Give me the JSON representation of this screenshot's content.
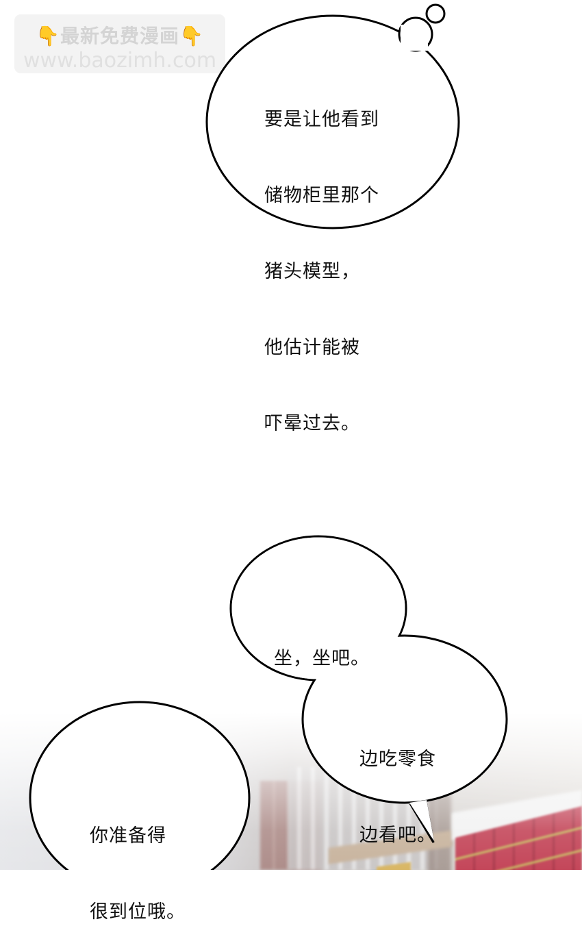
{
  "watermark": {
    "icon_left": "pointing-down-hand-icon",
    "title": "最新免费漫画",
    "icon_right": "pointing-down-hand-icon",
    "url": "www.baozimh.com"
  },
  "bubbles": [
    {
      "type": "thought",
      "lines": [
        "要是让他看到",
        "储物柜里那个",
        "猪头模型，",
        "他估计能被",
        "吓晕过去。"
      ]
    },
    {
      "type": "speech",
      "lines": [
        "坐，坐吧。"
      ]
    },
    {
      "type": "speech",
      "lines": [
        "边吃零食",
        "边看吧。"
      ]
    },
    {
      "type": "speech",
      "lines": [
        "你准备得",
        "很到位哦。"
      ]
    }
  ],
  "colors": {
    "outline": "#000000",
    "bubble_fill": "#ffffff",
    "watermark_bg": "#f3f3f3",
    "watermark_text": "#d4d4d4",
    "hand_emoji": "#f5b51c",
    "books_red": "#c4475a",
    "box_blue": "#3b7ec4",
    "box_yellow": "#d9b766"
  }
}
